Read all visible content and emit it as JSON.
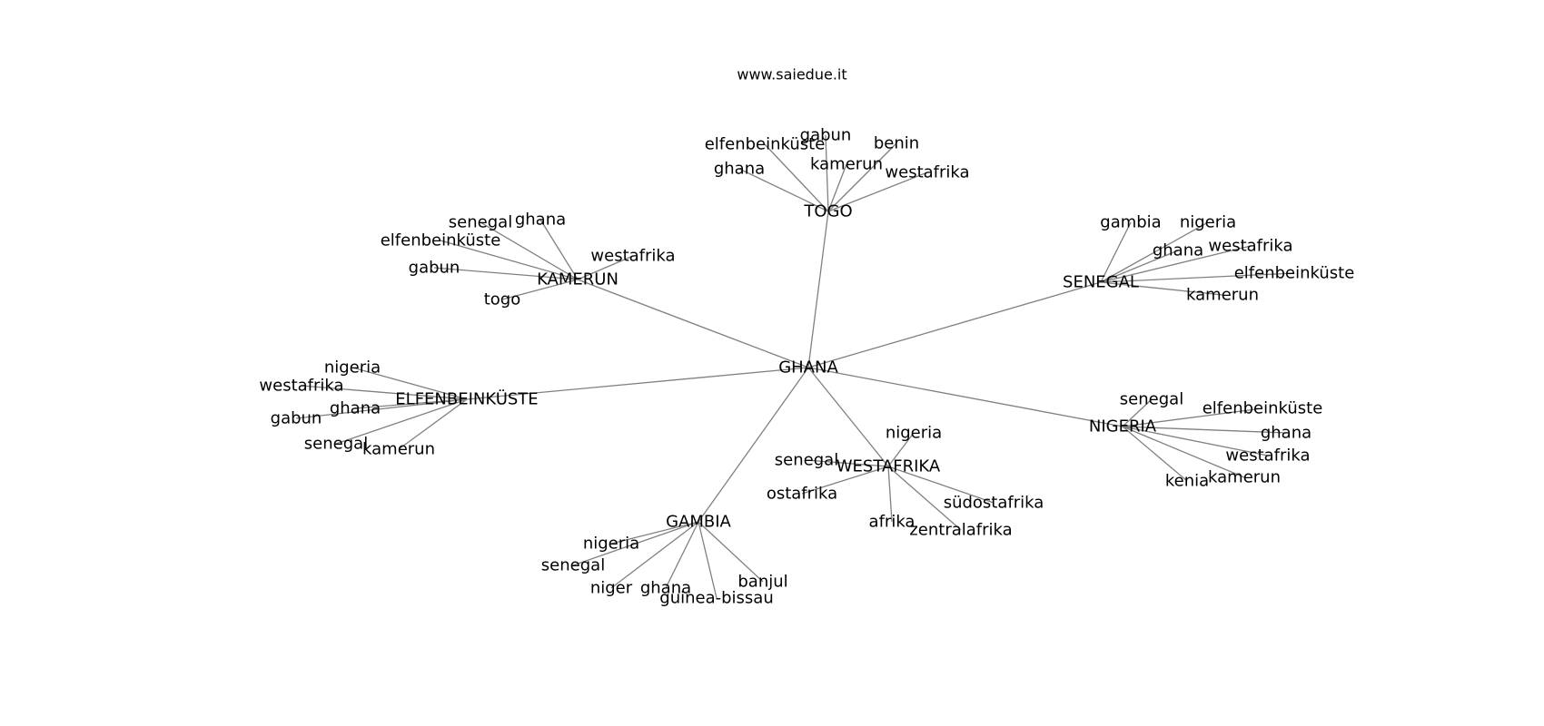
{
  "title": "www.saiedue.it",
  "colors": {
    "edge": "#808080",
    "text": "#000000",
    "background": "#ffffff"
  },
  "graph": {
    "root": "GHANA",
    "hubs": [
      {
        "name": "TOGO",
        "leaves": [
          "ghana",
          "elfenbeinküste",
          "gabun",
          "kamerun",
          "benin",
          "westafrika"
        ]
      },
      {
        "name": "KAMERUN",
        "leaves": [
          "senegal",
          "ghana",
          "elfenbeinküste",
          "gabun",
          "togo",
          "westafrika"
        ]
      },
      {
        "name": "SENEGAL",
        "leaves": [
          "gambia",
          "nigeria",
          "ghana",
          "westafrika",
          "elfenbeinküste",
          "kamerun"
        ]
      },
      {
        "name": "ELFENBEINKÜSTE",
        "leaves": [
          "nigeria",
          "westafrika",
          "gabun",
          "ghana",
          "senegal",
          "kamerun"
        ]
      },
      {
        "name": "NIGERIA",
        "leaves": [
          "senegal",
          "elfenbeinküste",
          "ghana",
          "westafrika",
          "kenia",
          "kamerun"
        ]
      },
      {
        "name": "WESTAFRIKA",
        "leaves": [
          "nigeria",
          "senegal",
          "ostafrika",
          "südostafrika",
          "afrika",
          "zentralafrika"
        ]
      },
      {
        "name": "GAMBIA",
        "leaves": [
          "nigeria",
          "senegal",
          "niger",
          "ghana",
          "guinea-bissau",
          "banjul"
        ]
      }
    ]
  }
}
